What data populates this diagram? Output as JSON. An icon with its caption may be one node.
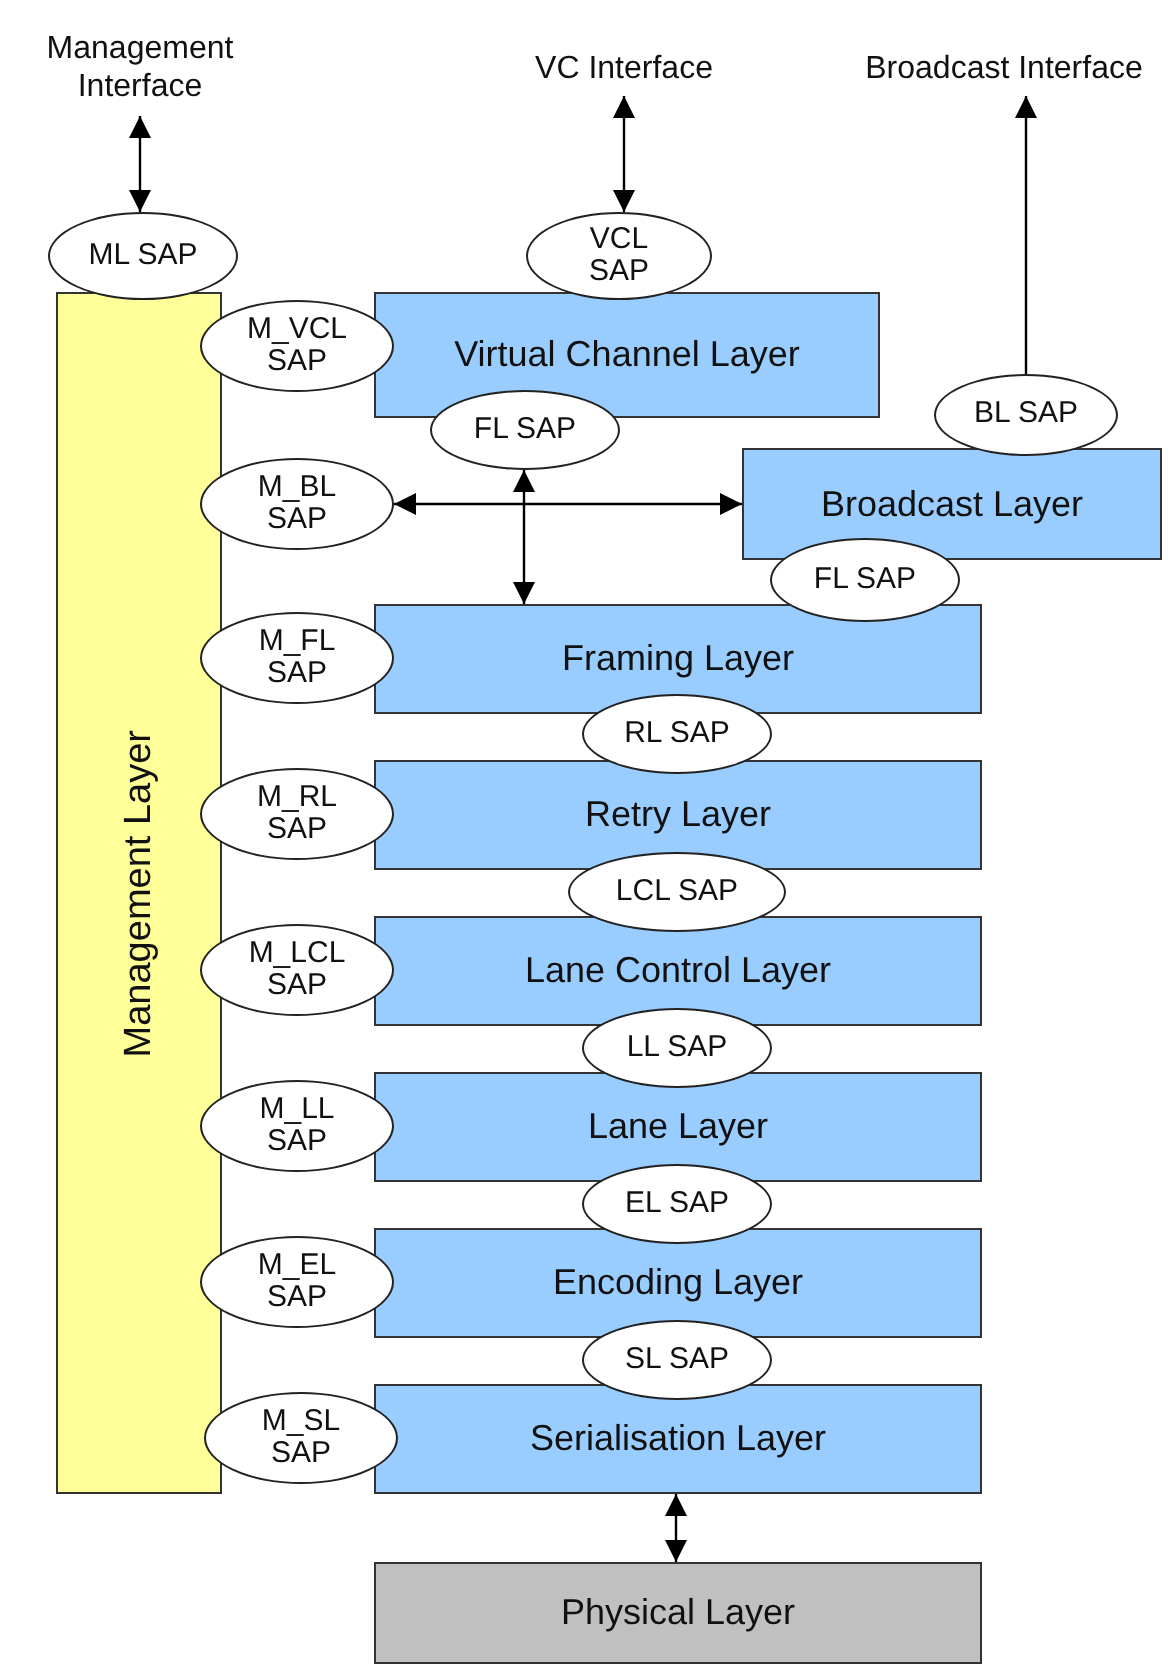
{
  "diagram": {
    "nodes": [
      {
        "text": [
          "Management Interface"
        ]
      },
      {
        "text": [
          "VC Interface"
        ]
      },
      {
        "text": [
          "Broadcast Interface"
        ]
      },
      {
        "text": [
          "ML SAP"
        ]
      },
      {
        "text": [
          "VCL SAP"
        ]
      },
      {
        "text": [
          "Management Layer"
        ]
      },
      {
        "text": [
          "M_VCL SAP"
        ]
      },
      {
        "text": [
          "Virtual Channel Layer"
        ]
      },
      {
        "text": [
          "FL SAP"
        ]
      },
      {
        "text": [
          "BL SAP"
        ]
      },
      {
        "text": [
          "M_BL SAP"
        ]
      },
      {
        "text": [
          "Broadcast Layer"
        ]
      },
      {
        "text": [
          "FL SAP"
        ]
      },
      {
        "text": [
          "M_FL SAP"
        ]
      },
      {
        "text": [
          "Framing Layer"
        ]
      },
      {
        "text": [
          "RL SAP"
        ]
      },
      {
        "text": [
          "M_RL SAP"
        ]
      },
      {
        "text": [
          "Retry Layer"
        ]
      },
      {
        "text": [
          "LCL SAP"
        ]
      },
      {
        "text": [
          "M_LCL SAP"
        ]
      },
      {
        "text": [
          "Lane Control Layer"
        ]
      },
      {
        "text": [
          "LL SAP"
        ]
      },
      {
        "text": [
          "M_LL SAP"
        ]
      },
      {
        "text": [
          "Lane Layer"
        ]
      },
      {
        "text": [
          "EL SAP"
        ]
      },
      {
        "text": [
          "M_EL SAP"
        ]
      },
      {
        "text": [
          "Encoding Layer"
        ]
      },
      {
        "text": [
          "SL SAP"
        ]
      },
      {
        "text": [
          "M_SL SAP"
        ]
      },
      {
        "text": [
          "Serialisation Layer"
        ]
      },
      {
        "text": [
          "Physical Layer"
        ]
      }
    ],
    "edges": [
      {
        "from": 0,
        "to": 3,
        "arrow": "both"
      },
      {
        "from": 1,
        "to": 4,
        "arrow": "both"
      },
      {
        "from": 9,
        "to": 2,
        "arrow": "to"
      },
      {
        "from": 10,
        "to": 11,
        "arrow": "both"
      },
      {
        "from": 8,
        "to": 14,
        "arrow": "both"
      },
      {
        "from": 29,
        "to": 30,
        "arrow": "both"
      }
    ]
  }
}
